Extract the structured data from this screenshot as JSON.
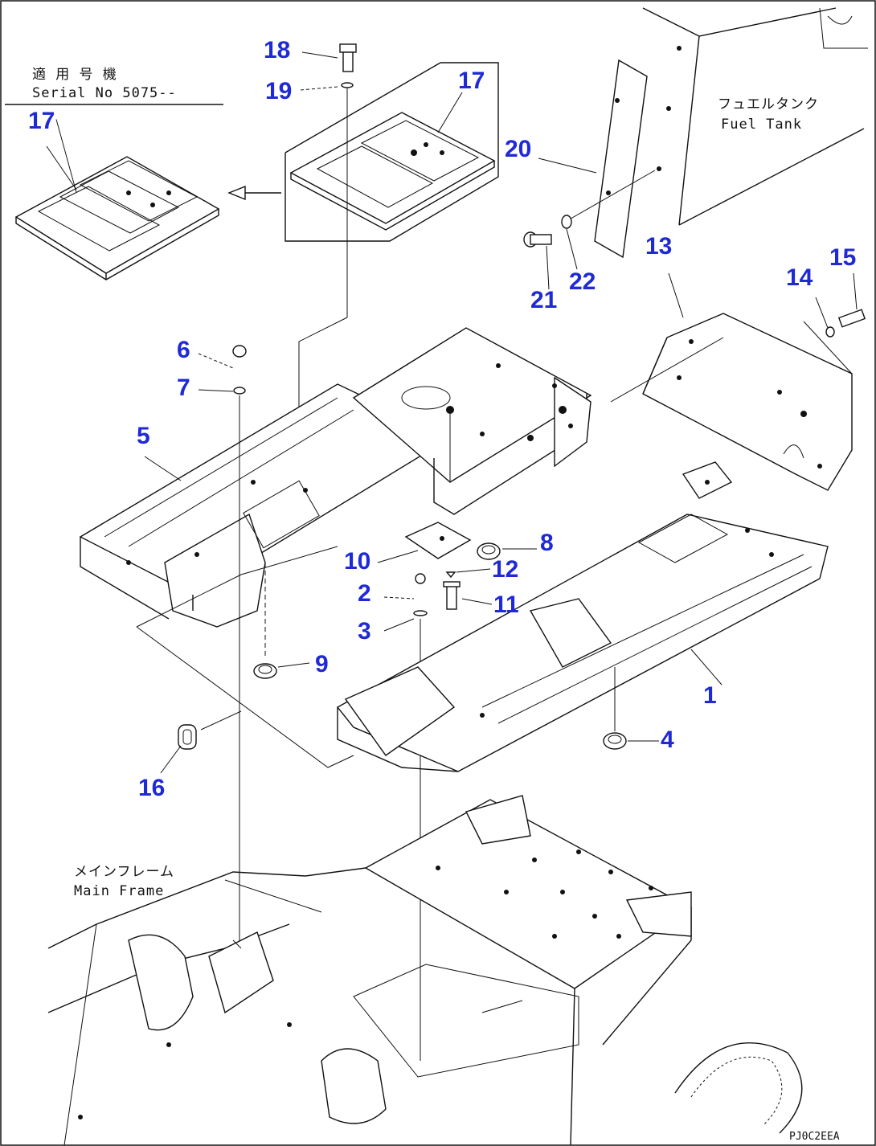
{
  "serial_box": {
    "jp": "適 用 号 機",
    "serial": "Serial No 5075--"
  },
  "labels": {
    "fuel_tank_jp": "フュエルタンク",
    "fuel_tank_en": "Fuel Tank",
    "main_frame_jp": "メインフレーム",
    "main_frame_en": "Main Frame"
  },
  "drawing_code": "PJ0C2EEA",
  "callouts": [
    "1",
    "2",
    "3",
    "4",
    "5",
    "6",
    "7",
    "8",
    "9",
    "10",
    "11",
    "12",
    "13",
    "14",
    "15",
    "16",
    "17",
    "17",
    "18",
    "19",
    "20",
    "21",
    "22"
  ]
}
